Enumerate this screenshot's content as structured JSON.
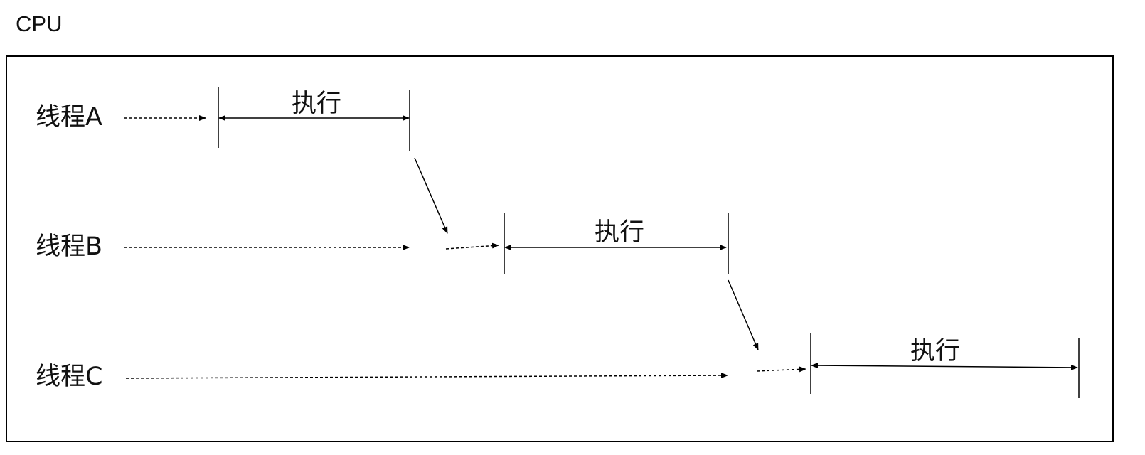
{
  "cpu_label": "CPU",
  "threads": [
    {
      "label": "线程A",
      "exec_label": "执行"
    },
    {
      "label": "线程B",
      "exec_label": "执行"
    },
    {
      "label": "线程C",
      "exec_label": "执行"
    }
  ]
}
